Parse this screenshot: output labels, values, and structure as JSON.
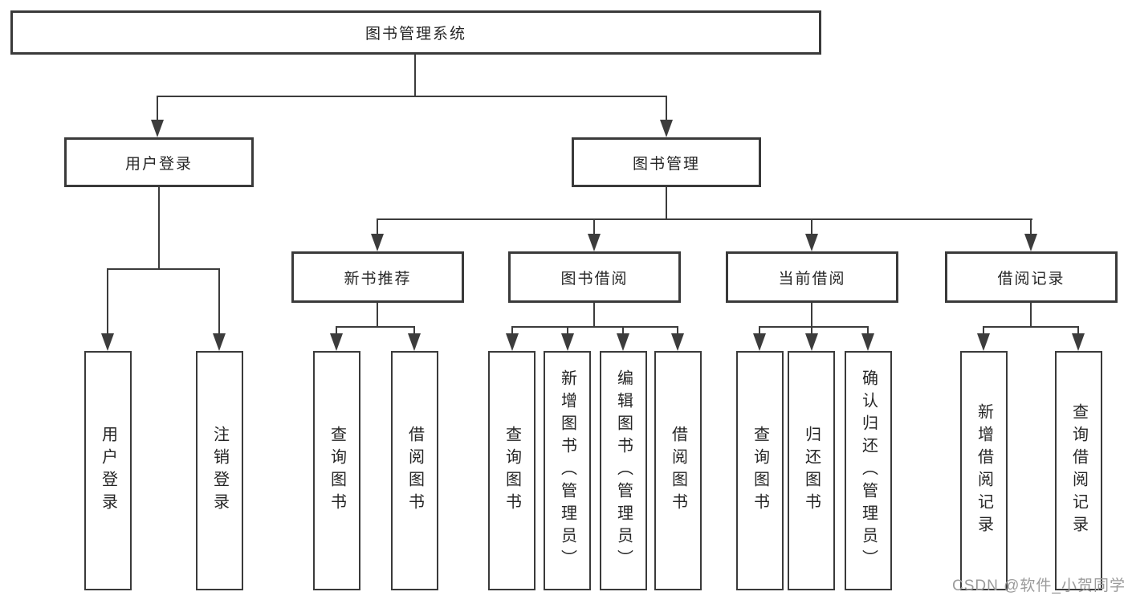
{
  "tree": {
    "root": "图书管理系统",
    "branches": [
      {
        "label": "用户登录",
        "children": [
          "用户登录",
          "注销登录"
        ]
      },
      {
        "label": "图书管理",
        "sections": [
          {
            "label": "新书推荐",
            "children": [
              "查询图书",
              "借阅图书"
            ]
          },
          {
            "label": "图书借阅",
            "children": [
              "查询图书",
              "新增图书（管理员）",
              "编辑图书（管理员）",
              "借阅图书"
            ]
          },
          {
            "label": "当前借阅",
            "children": [
              "查询图书",
              "归还图书",
              "确认归还（管理员）"
            ]
          },
          {
            "label": "借阅记录",
            "children": [
              "新增借阅记录",
              "查询借阅记录"
            ]
          }
        ]
      }
    ]
  },
  "watermark": "CSDN @软件_小贺同学",
  "colors": {
    "line": "#3c3c3c",
    "box_border": "#3a3a3a",
    "text": "#262626",
    "watermark": "#9b9b9b",
    "background": "#ffffff"
  }
}
